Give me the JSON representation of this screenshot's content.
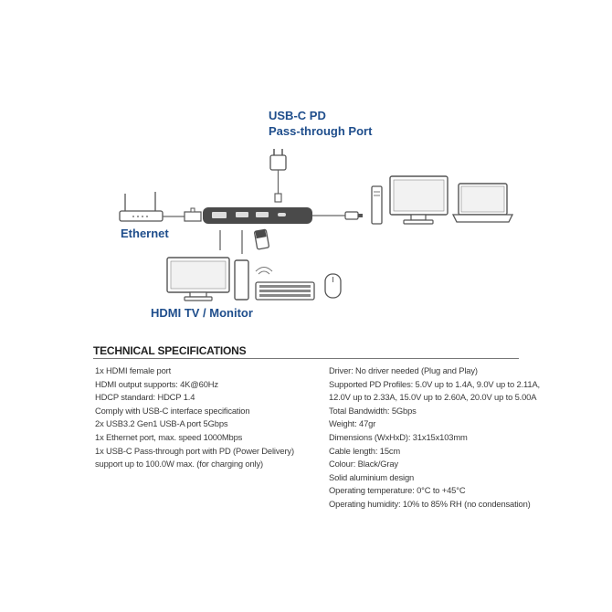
{
  "labels": {
    "usbc_pd_line1": "USB-C PD",
    "usbc_pd_line2": "Pass-through Port",
    "ethernet": "Ethernet",
    "hdmi": "HDMI TV / Monitor"
  },
  "specs": {
    "title": "TECHNICAL SPECIFICATIONS",
    "left": [
      "1x HDMI female port",
      "HDMI output supports: 4K@60Hz",
      "HDCP standard: HDCP 1.4",
      "Comply with USB-C interface specification",
      "2x USB3.2 Gen1 USB-A port 5Gbps",
      "1x Ethernet port, max. speed 1000Mbps",
      "1x USB-C Pass-through port with PD (Power Delivery)",
      "support up to 100.0W max. (for charging only)"
    ],
    "right": [
      "Driver: No driver needed (Plug and Play)",
      "Supported PD Profiles: 5.0V up to 1.4A, 9.0V up to 2.11A,",
      "12.0V up to 2.33A, 15.0V up to 2.60A, 20.0V up to 5.00A",
      "Total Bandwidth: 5Gbps",
      "Weight: 47gr",
      "Dimensions (WxHxD): 31x15x103mm",
      "Cable length: 15cm",
      "Colour: Black/Gray",
      "Solid aluminium design",
      "Operating temperature: 0°C to +45°C",
      "Operating humidity: 10% to 85% RH (no condensation)"
    ]
  },
  "colors": {
    "label_blue": "#1f4e8c",
    "device_gray": "#4a4a4a",
    "outline": "#666666"
  }
}
